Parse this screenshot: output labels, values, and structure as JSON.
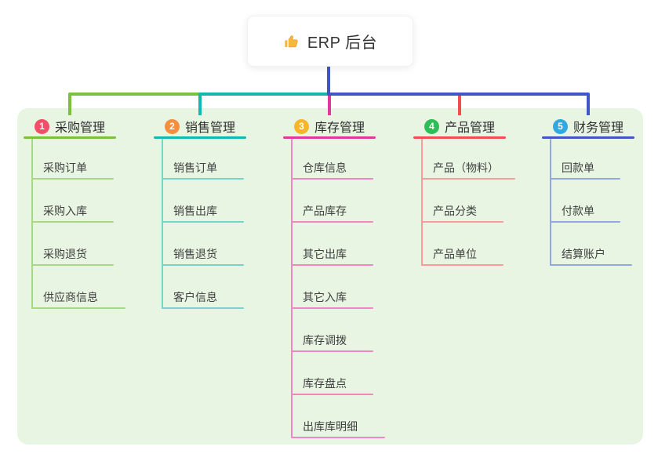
{
  "root": {
    "title": "ERP 后台",
    "icon": "thumbs-up-icon",
    "icon_color": "#f6b73c"
  },
  "branches": [
    {
      "index": "1",
      "title": "采购管理",
      "badge_color": "#f14e68",
      "line_color": "#7bc043",
      "sub_line_color": "#a9d885",
      "items": [
        "采购订单",
        "采购入库",
        "采购退货",
        "供应商信息"
      ]
    },
    {
      "index": "2",
      "title": "销售管理",
      "badge_color": "#f78e3e",
      "line_color": "#16b7af",
      "sub_line_color": "#79d3cb",
      "items": [
        "销售订单",
        "销售出库",
        "销售退货",
        "客户信息"
      ]
    },
    {
      "index": "3",
      "title": "库存管理",
      "badge_color": "#f7b52c",
      "line_color": "#e1399b",
      "sub_line_color": "#ef87c3",
      "items": [
        "仓库信息",
        "产品库存",
        "其它出库",
        "其它入库",
        "库存调拨",
        "库存盘点",
        "出库库明细"
      ]
    },
    {
      "index": "4",
      "title": "产品管理",
      "badge_color": "#2ebd57",
      "line_color": "#f14f4f",
      "sub_line_color": "#f59e9b",
      "items": [
        "产品（物料）",
        "产品分类",
        "产品单位"
      ]
    },
    {
      "index": "5",
      "title": "财务管理",
      "badge_color": "#31a9e0",
      "line_color": "#3f56c6",
      "sub_line_color": "#94a8e0",
      "items": [
        "回款单",
        "付款单",
        "结算账户"
      ]
    }
  ],
  "colors": {
    "canvas_bg": "#ffffff",
    "panel_bg": "#e8f5e3",
    "title_text": "#2f2f2f",
    "item_text": "#404040",
    "root_connector": "#3f56c6"
  }
}
